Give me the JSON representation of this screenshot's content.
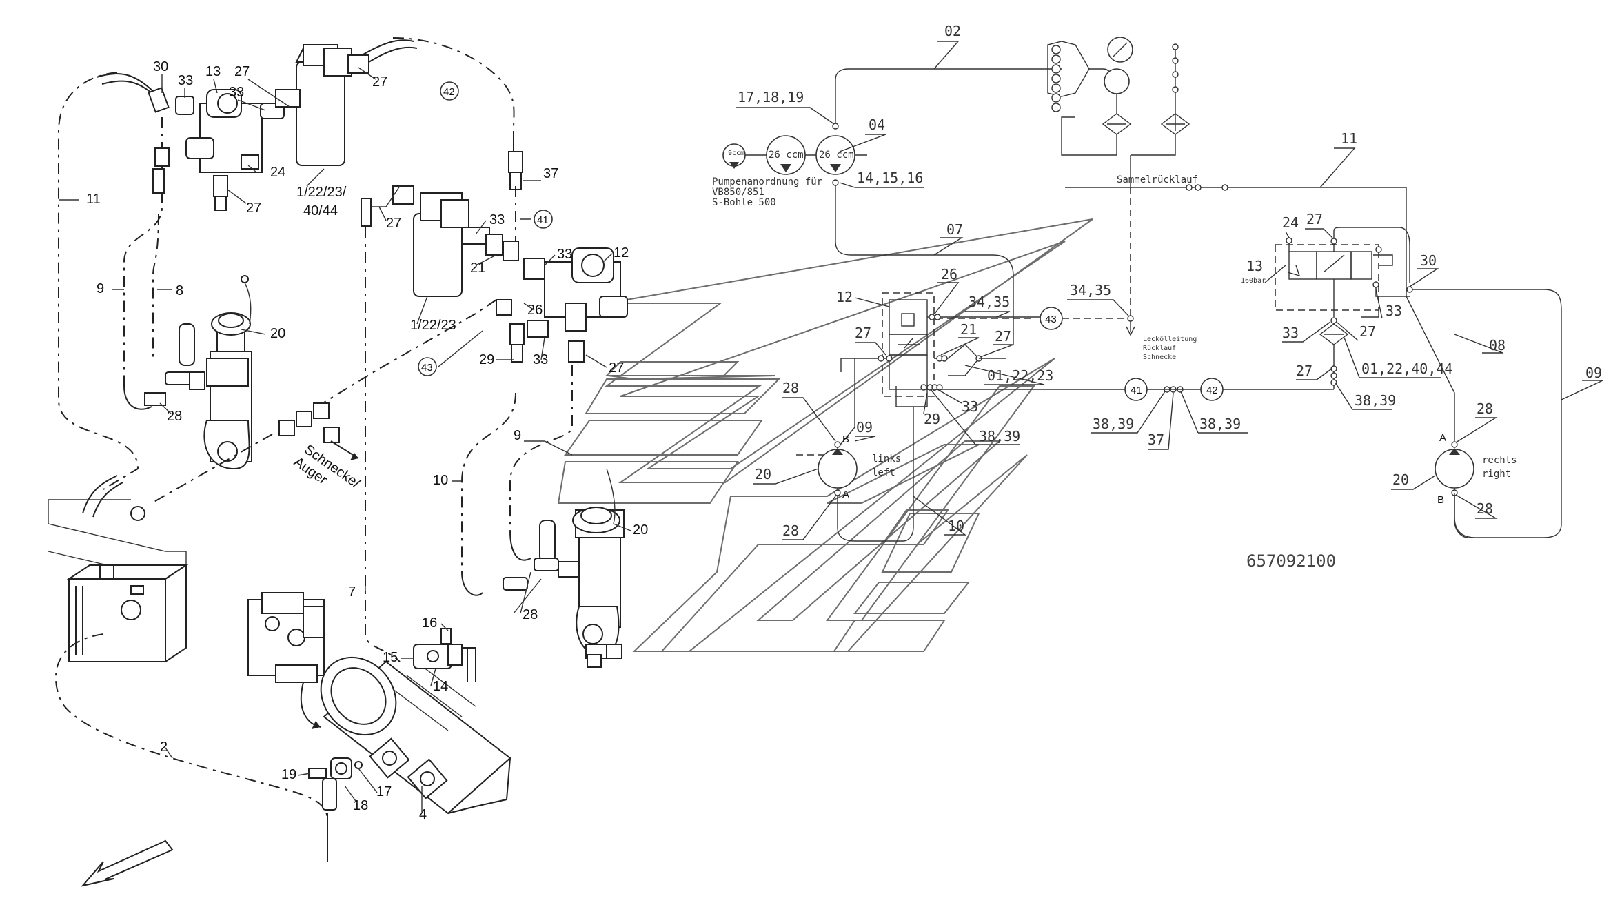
{
  "drawing_number": "657092100",
  "left_callouts": [
    "30",
    "33",
    "13",
    "27",
    "33",
    "27",
    "11",
    "24",
    "27",
    "9",
    "8",
    "20",
    "28",
    "1/22/23/",
    "40/44",
    "27",
    "33",
    "21",
    "33",
    "12",
    "26",
    "42",
    "37",
    "41",
    "1/22/23",
    "29",
    "33",
    "27",
    "43",
    "10",
    "9",
    "20",
    "28",
    "7",
    "16",
    "15",
    "14",
    "19",
    "18",
    "17",
    "4",
    "2"
  ],
  "auger_label_de": "Schnecke/",
  "auger_label_en": "Auger",
  "schematic": {
    "line_02": "02",
    "line_07": "07",
    "line_11": "11",
    "line_08": "08",
    "line_09": "09",
    "line_10": "10",
    "ref_17_18_19": "17,18,19",
    "ref_04": "04",
    "ref_14_15_16": "14,15,16",
    "pump_small": "9ccm",
    "pump_a": "26 ccm",
    "pump_b": "26 ccm",
    "pump_note_1": "Pumpenanordnung für",
    "pump_note_2": "VB850/851",
    "pump_note_3": "S-Bohle 500",
    "return_label": "Sammelrücklauf",
    "leak_1": "Leckölleitung",
    "leak_2": "Rücklauf",
    "leak_3": "Schnecke",
    "valve_left_12": "12",
    "valve_left_26": "26",
    "ref_34_35_a": "34,35",
    "ref_34_35_b": "34,35",
    "circle_43": "43",
    "valve_left_27a": "27",
    "valve_left_21": "21",
    "valve_left_27b": "27",
    "ref_01_22_23": "01,22,23",
    "valve_left_33": "33",
    "valve_left_29": "29",
    "ref_38_39_a": "38,39",
    "circle_41": "41",
    "circle_42": "42",
    "ref_38_39_b": "38,39",
    "ref_37": "37",
    "ref_38_39_c": "38,39",
    "motor_left_28a": "28",
    "motor_left_09": "09",
    "motor_left_20": "20",
    "motor_left_28b": "28",
    "motor_left_B": "B",
    "motor_left_A": "A",
    "motor_left_de": "links",
    "motor_left_en": "left",
    "valve_right_24": "24",
    "valve_right_27a": "27",
    "valve_right_13": "13",
    "valve_right_bar": "160bar",
    "valve_right_30": "30",
    "valve_right_33a": "33",
    "valve_right_33b": "33",
    "valve_right_27b": "27",
    "valve_right_27c": "27",
    "ref_01_22_40_44": "01,22,40,44",
    "ref_38_39_d": "38,39",
    "motor_right_A": "A",
    "motor_right_28a": "28",
    "motor_right_de": "rechts",
    "motor_right_en": "right",
    "motor_right_20": "20",
    "motor_right_B": "B",
    "motor_right_28b": "28"
  }
}
